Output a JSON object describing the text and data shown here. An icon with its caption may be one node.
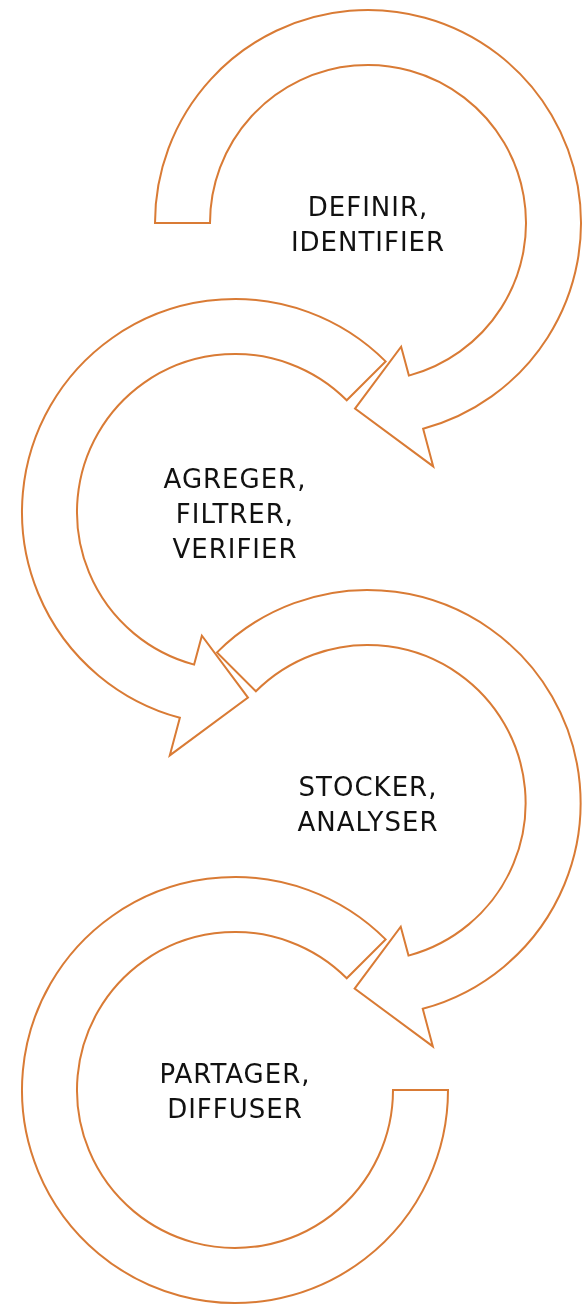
{
  "diagram": {
    "nodes": [
      {
        "text": [
          "DEFINIR, IDENTIFIER"
        ]
      },
      {
        "text": [
          "AGREGER, FILTRER, VERIFIER"
        ]
      },
      {
        "text": [
          "STOCKER, ANALYSER"
        ]
      },
      {
        "text": [
          "PARTAGER, DIFFUSER"
        ]
      }
    ]
  }
}
